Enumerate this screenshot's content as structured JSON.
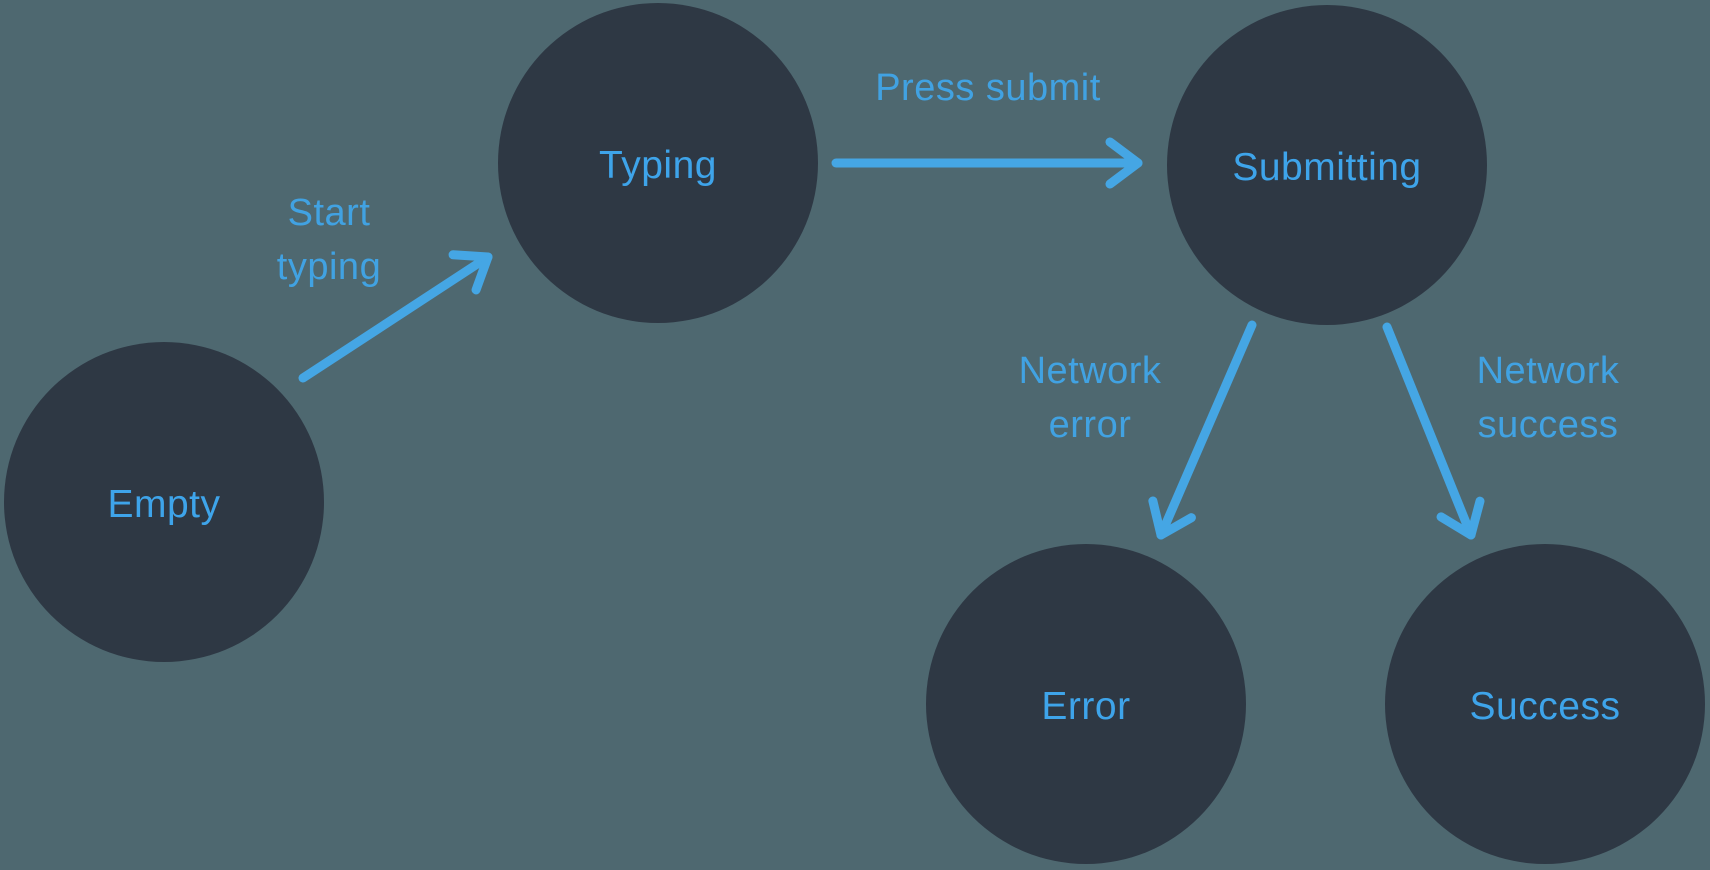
{
  "diagram": {
    "type": "state-machine",
    "colors": {
      "background": "#4e6870",
      "node_fill": "#2e3844",
      "accent_blue": "#42a4e6"
    },
    "nodes": [
      {
        "id": "empty",
        "label": "Empty"
      },
      {
        "id": "typing",
        "label": "Typing"
      },
      {
        "id": "submitting",
        "label": "Submitting"
      },
      {
        "id": "error",
        "label": "Error"
      },
      {
        "id": "success",
        "label": "Success"
      }
    ],
    "transitions": [
      {
        "from": "Empty",
        "to": "Typing",
        "label": "Start typing",
        "label_lines": [
          "Start",
          "typing"
        ]
      },
      {
        "from": "Typing",
        "to": "Submitting",
        "label": "Press submit",
        "label_lines": [
          "Press submit"
        ]
      },
      {
        "from": "Submitting",
        "to": "Error",
        "label": "Network error",
        "label_lines": [
          "Network",
          "error"
        ]
      },
      {
        "from": "Submitting",
        "to": "Success",
        "label": "Network success",
        "label_lines": [
          "Network",
          "success"
        ]
      }
    ]
  }
}
